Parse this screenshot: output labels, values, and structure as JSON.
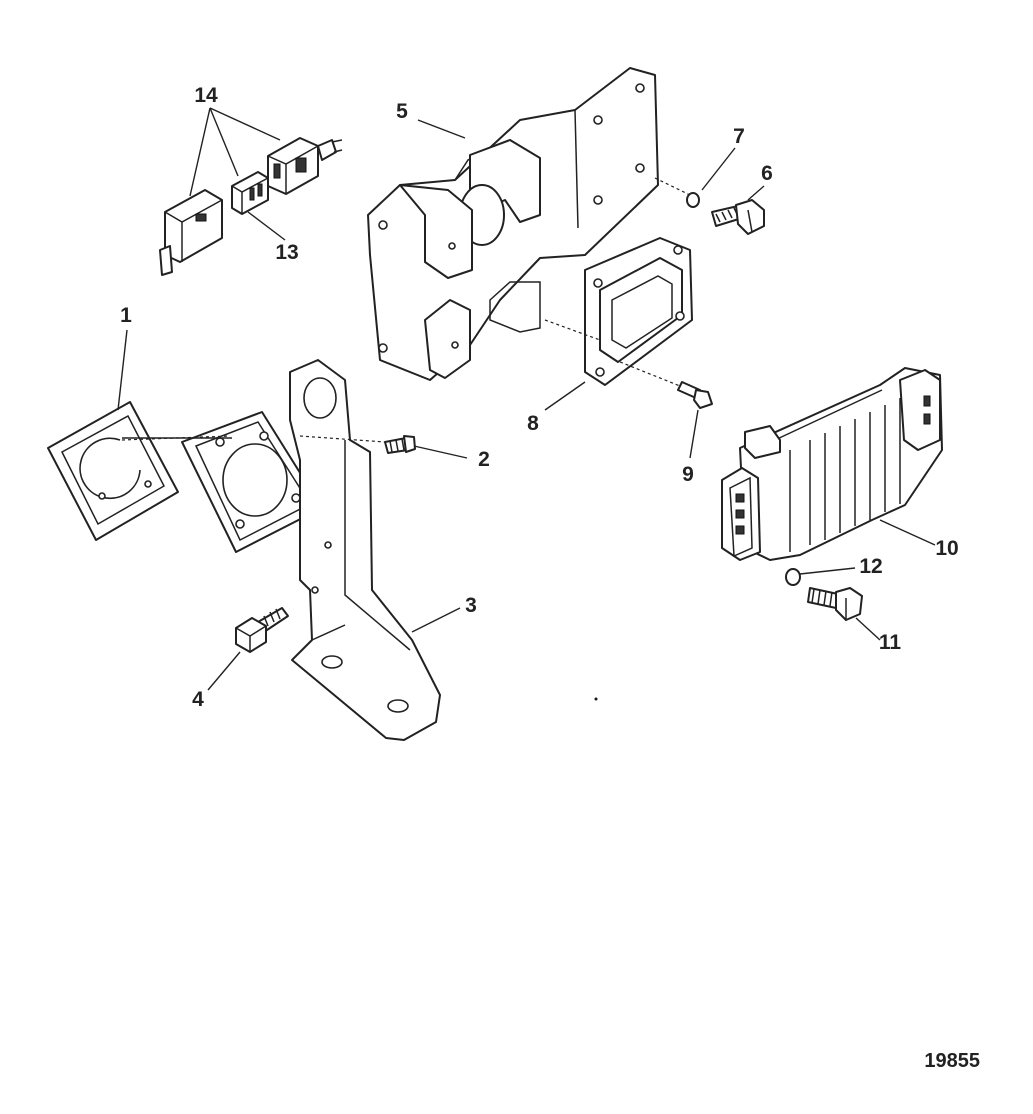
{
  "callouts": [
    {
      "id": "1",
      "label": "1"
    },
    {
      "id": "2",
      "label": "2"
    },
    {
      "id": "3",
      "label": "3"
    },
    {
      "id": "4",
      "label": "4"
    },
    {
      "id": "5",
      "label": "5"
    },
    {
      "id": "6",
      "label": "6"
    },
    {
      "id": "7",
      "label": "7"
    },
    {
      "id": "8",
      "label": "8"
    },
    {
      "id": "9",
      "label": "9"
    },
    {
      "id": "10",
      "label": "10"
    },
    {
      "id": "11",
      "label": "11"
    },
    {
      "id": "12",
      "label": "12"
    },
    {
      "id": "13",
      "label": "13"
    },
    {
      "id": "14",
      "label": "14"
    }
  ],
  "figure_number": "19855"
}
